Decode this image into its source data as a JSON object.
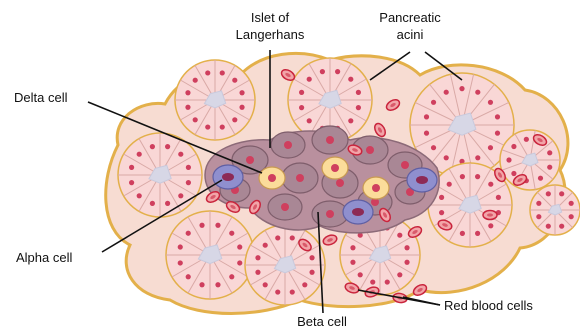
{
  "labels": {
    "islet": [
      "Islet of",
      "Langerhans"
    ],
    "acini": [
      "Pancreatic",
      "acini"
    ],
    "delta": "Delta cell",
    "alpha": "Alpha cell",
    "beta": "Beta cell",
    "rbc": "Red blood cells"
  },
  "colors": {
    "tissue_fill": "#f7dcd2",
    "tissue_outline": "#e3b04a",
    "acinus_cell": "#f9d7d6",
    "acinus_lumen": "#d7d7e6",
    "nucleus": "#cf3f5e",
    "rbc_fill": "#f2a4a8",
    "rbc_stroke": "#c9253d",
    "islet_cell": "#b9909e",
    "beta_cell": "#a98795",
    "delta_cell": "#fbdc9a",
    "alpha_cell": "#8f8fce",
    "leader_line": "#111111"
  }
}
